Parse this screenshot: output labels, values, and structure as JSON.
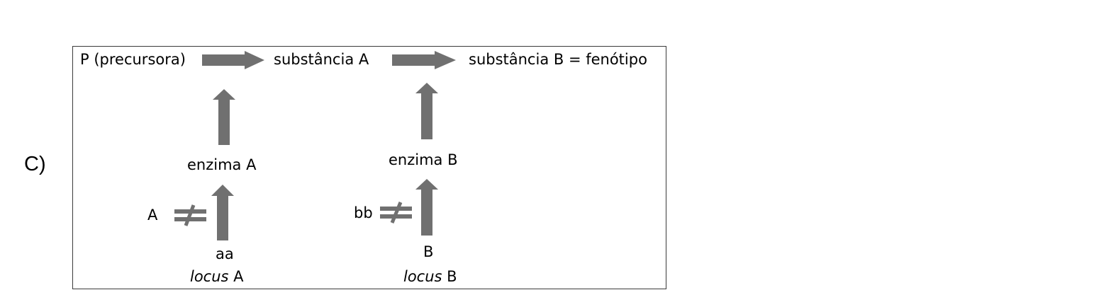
{
  "option_label": "C)",
  "pathway": {
    "precursor": "P (precursora)",
    "substance_a": "substância A",
    "substance_b_phenotype": "substância B  =  fenótipo"
  },
  "locus_a": {
    "enzyme": "enzima A",
    "allele_blocked": "A",
    "genotype": "aa",
    "locus_word": "locus",
    "locus_letter": " A"
  },
  "locus_b": {
    "enzyme": "enzima B",
    "allele_blocked": "bb",
    "genotype": "B",
    "locus_word": "locus",
    "locus_letter": " B"
  },
  "colors": {
    "arrow": "#707070",
    "frame": "#3a3a3a"
  },
  "icons": [
    "right-arrow-icon",
    "up-arrow-icon",
    "not-equal-icon"
  ]
}
